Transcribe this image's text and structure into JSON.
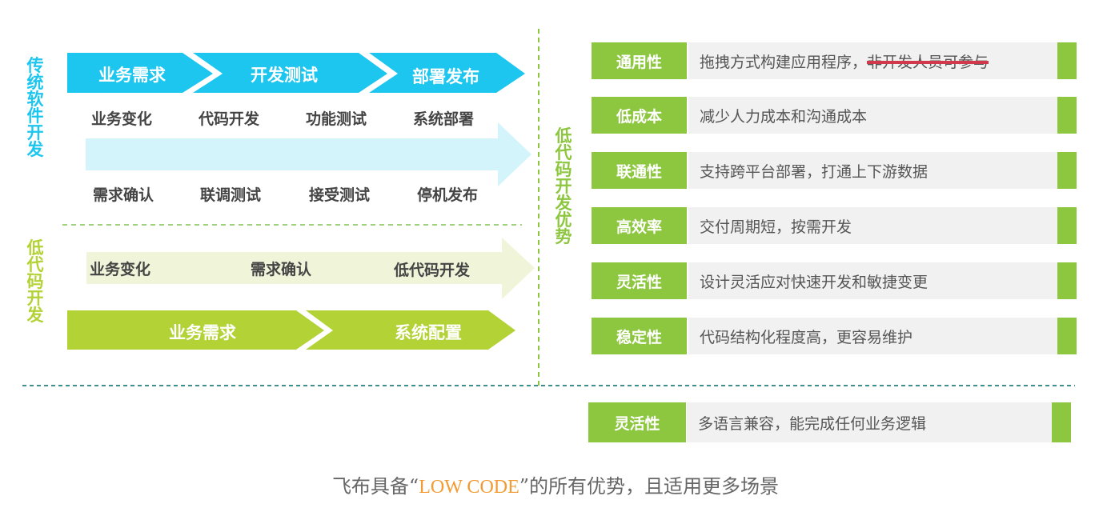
{
  "colors": {
    "traditional_accent": "#1dc6ef",
    "traditional_light": "#d4f4fb",
    "lowcode_accent": "#b2d235",
    "lowcode_light": "#f0f5da",
    "advantage_green": "#8dc63f",
    "strike_red": "#d2384c",
    "footer_highlight": "#f39a33"
  },
  "traditional": {
    "title": "传统软件开发",
    "phases": [
      "业务需求",
      "开发测试",
      "部署发布"
    ],
    "steps_top": [
      "业务变化",
      "代码开发",
      "功能测试",
      "系统部署"
    ],
    "steps_bottom": [
      "需求确认",
      "联调测试",
      "接受测试",
      "停机发布"
    ]
  },
  "lowcode": {
    "title": "低代码开发",
    "steps": [
      "业务变化",
      "需求确认",
      "低代码开发"
    ],
    "phases": [
      "业务需求",
      "系统配置"
    ]
  },
  "advantages": {
    "title": "低代码开发优势",
    "items": [
      {
        "label": "通用性",
        "desc": "拖拽方式构建应用程序，",
        "desc_struck": "非开发人员可参与"
      },
      {
        "label": "低成本",
        "desc": "减少人力成本和沟通成本"
      },
      {
        "label": "联通性",
        "desc": "支持跨平台部署，打通上下游数据"
      },
      {
        "label": "高效率",
        "desc": "交付周期短，按需开发"
      },
      {
        "label": "灵活性",
        "desc": "设计灵活应对快速开发和敏捷变更"
      },
      {
        "label": "稳定性",
        "desc": "代码结构化程度高，更容易维护"
      }
    ],
    "extra": {
      "label": "灵活性",
      "desc": "多语言兼容，能完成任何业务逻辑"
    }
  },
  "footer": {
    "prefix": "飞布具备“",
    "highlight": "LOW CODE",
    "suffix": "”的所有优势，且适用更多场景"
  }
}
